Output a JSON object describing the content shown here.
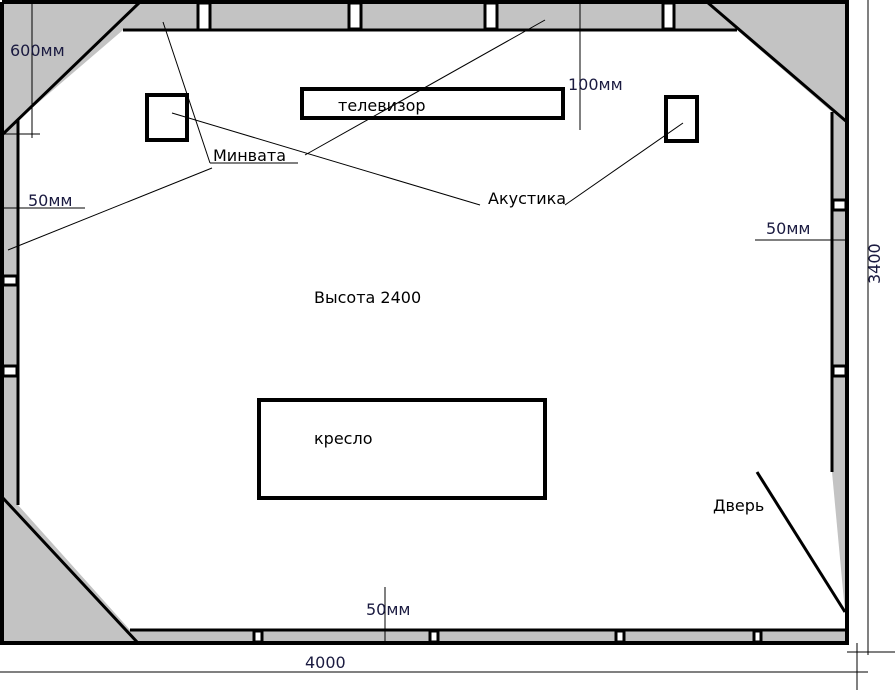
{
  "labels": {
    "tv": "телевизор",
    "insulation": "Минвата",
    "acoustics": "Акустика",
    "height": "Высота 2400",
    "armchair": "кресло",
    "door": "Дверь"
  },
  "dimensions": {
    "corner_trap": "600мм",
    "ceiling_gap": "100мм",
    "left_wall_panel": "50мм",
    "right_wall_panel": "50мм",
    "bottom_wall_panel": "50мм",
    "room_width": "4000",
    "room_depth": "3400"
  },
  "colors": {
    "panel_fill": "#c3c3c3",
    "line": "#000000"
  }
}
